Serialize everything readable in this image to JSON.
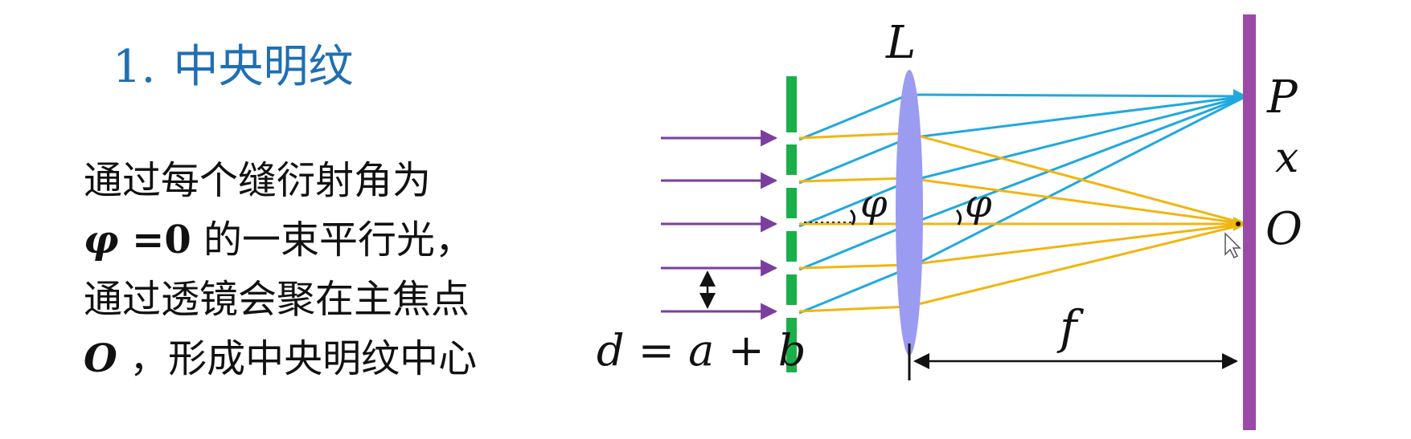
{
  "heading": {
    "number": "1.",
    "title": "中央明纹"
  },
  "description": {
    "line1": "通过每个缝衍射角为",
    "line2_symbol": "φ",
    "line2_eq": " =0",
    "line2_text": " 的一束平行光，",
    "line3": "通过透镜会聚在主焦点",
    "line4_symbol": "O",
    "line4_text": " ，形成中央明纹中心"
  },
  "diagram": {
    "lens_label": "L",
    "point_p": "P",
    "coord_x": "x",
    "point_o": "O",
    "angle_label_1": "φ",
    "angle_label_2": "φ",
    "focal_label": "f",
    "slit_formula": "d = a + b",
    "colors": {
      "incident": "#7a3e9d",
      "grating": "#19b04a",
      "lens": "#9b9bf2",
      "oblique_rays": "#1fa8e0",
      "central_rays": "#f2b50f",
      "screen": "#9b4aa8"
    }
  }
}
